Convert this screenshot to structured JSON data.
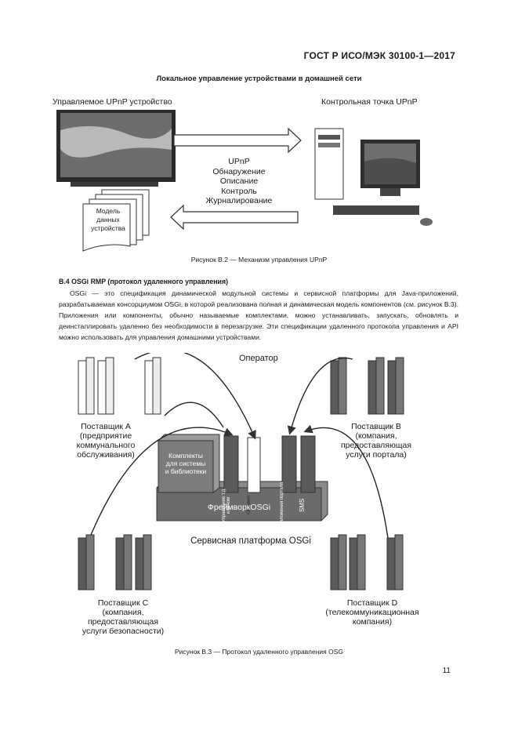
{
  "header": {
    "doc_code": "ГОСТ Р ИСО/МЭК 30100-1—2017"
  },
  "figure1": {
    "title": "Локальное управление устройствами в домашней сети",
    "left_label": "Управляемое UPnP устройство",
    "right_label": "Контрольная точка UPnP",
    "doc_label_1": "Модель",
    "doc_label_2": "данных",
    "doc_label_3": "устройства",
    "items": [
      "UPnP",
      "Обнаружение",
      "Описание",
      "Контроль",
      "Журналирование"
    ],
    "caption": "Рисунок В.2 — Механизм управления UPnP"
  },
  "section": {
    "heading": "В.4 OSGi RMP (протокол удаленного управления)",
    "paragraph": "OSGi — это спецификация динамической модульной системы и сервисной платформы для Java-приложений, разрабатываемая консорциумом OSGi, в которой реализована полная и динамическая модель компонентов (см. рисунок В.3). Приложения или компоненты, обычно называемые комплектами, можно устанавливать, запускать, обновлять и деинсталлировать удаленно без необходимости в перезагрузке. Эти спецификации удаленного протокола управления и API можно использовать для управления домашними устройствами."
  },
  "figure2": {
    "operator": "Оператор",
    "vendor_a": [
      "Поставщик А",
      "(предприятие",
      "коммунального",
      "обслуживания)"
    ],
    "vendor_b": [
      "Поставщик В",
      "(компания,",
      "предоставляющая",
      "услуги портала)"
    ],
    "vendor_c": [
      "Поставщик С",
      "(компания,",
      "предоставляющая",
      "услуги безопасности)"
    ],
    "vendor_d": [
      "Поставщик D",
      "(телекоммуникационная",
      "компания)"
    ],
    "bundles_box": [
      "Комплекты",
      "для системы",
      "и библиотеки"
    ],
    "bundle_1": "Управление т.д. ключом",
    "bundle_2": "Объект",
    "bundle_3": "Приложения портала",
    "bundle_4": "SMS",
    "framework": "ФреймворкOSGi",
    "platform": "Сервисная платформа OSGi",
    "caption": "Рисунок В.3 — Протокол удаленного управления OSG"
  },
  "page_number": "11",
  "colors": {
    "dark_block": "#5a5a5a",
    "framework_block": "#6b6b6b",
    "light_block": "#ffffff"
  }
}
